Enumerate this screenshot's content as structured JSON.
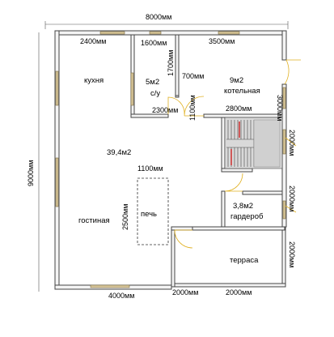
{
  "dimensions": {
    "total_width": "8000мм",
    "total_height": "9000мм",
    "kitchen_width": "2400мм",
    "bath_width": "1600мм",
    "bath_height": "1700мм",
    "boiler_width": "3500мм",
    "right_top": "3000мм",
    "door_700": "700мм",
    "bath_bottom": "2300мм",
    "hall_1100": "1100мм",
    "boiler_bottom": "2800мм",
    "stair_2000": "2000мм",
    "wardrobe_2000": "2000мм",
    "stove_top": "1100мм",
    "stove_length": "2500мм",
    "terrace_right": "2000мм",
    "bottom_left": "4000мм",
    "terrace_bottom_left": "2000мм",
    "terrace_bottom_right": "2000мм"
  },
  "rooms": {
    "kitchen": "кухня",
    "bath_area": "5м2",
    "bath": "с/у",
    "boiler_area": "9м2",
    "boiler": "котельная",
    "living_area": "39,4м2",
    "stove": "печь",
    "living": "гостиная",
    "wardrobe_area": "3,8м2",
    "wardrobe": "гардероб",
    "terrace": "терраса"
  },
  "colors": {
    "wall": "#444444",
    "wall_fill": "#f4f4f4",
    "window": "#d9c79a",
    "door": "#e0b020",
    "stair_fill": "#d9d9d9",
    "stair_accent": "#cc2222"
  }
}
